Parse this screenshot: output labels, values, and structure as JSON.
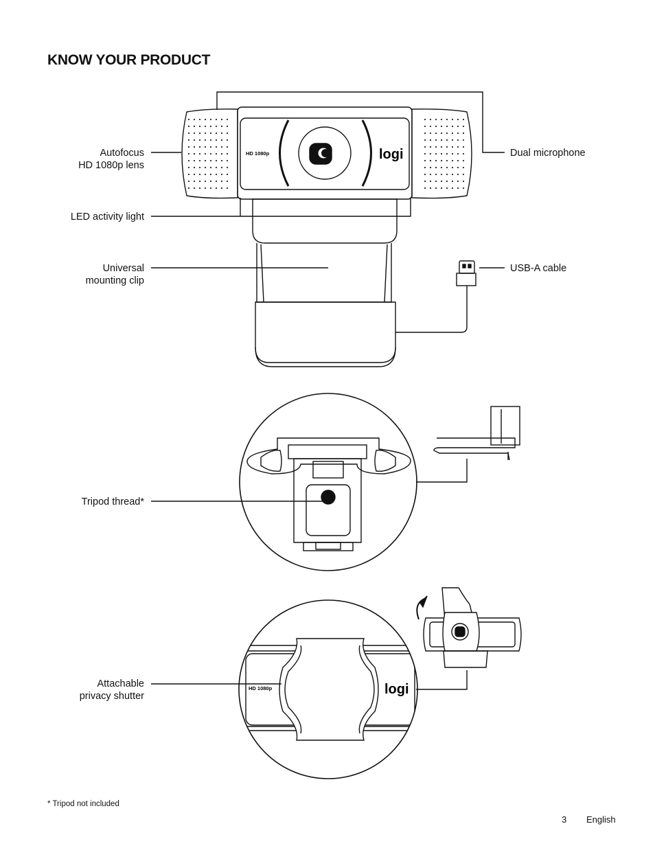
{
  "page": {
    "title": "KNOW YOUR PRODUCT",
    "footnote": "* Tripod not included",
    "page_number": "3",
    "language": "English"
  },
  "callouts": {
    "autofocus": [
      "Autofocus",
      "HD 1080p lens"
    ],
    "led": "LED activity light",
    "mounting": [
      "Universal",
      "mounting clip"
    ],
    "dual_mic": "Dual microphone",
    "usb": "USB-A cable",
    "tripod": "Tripod thread*",
    "shutter": [
      "Attachable",
      "privacy shutter"
    ]
  },
  "product": {
    "hd_badge": "HD 1080p",
    "logo": "logi"
  }
}
